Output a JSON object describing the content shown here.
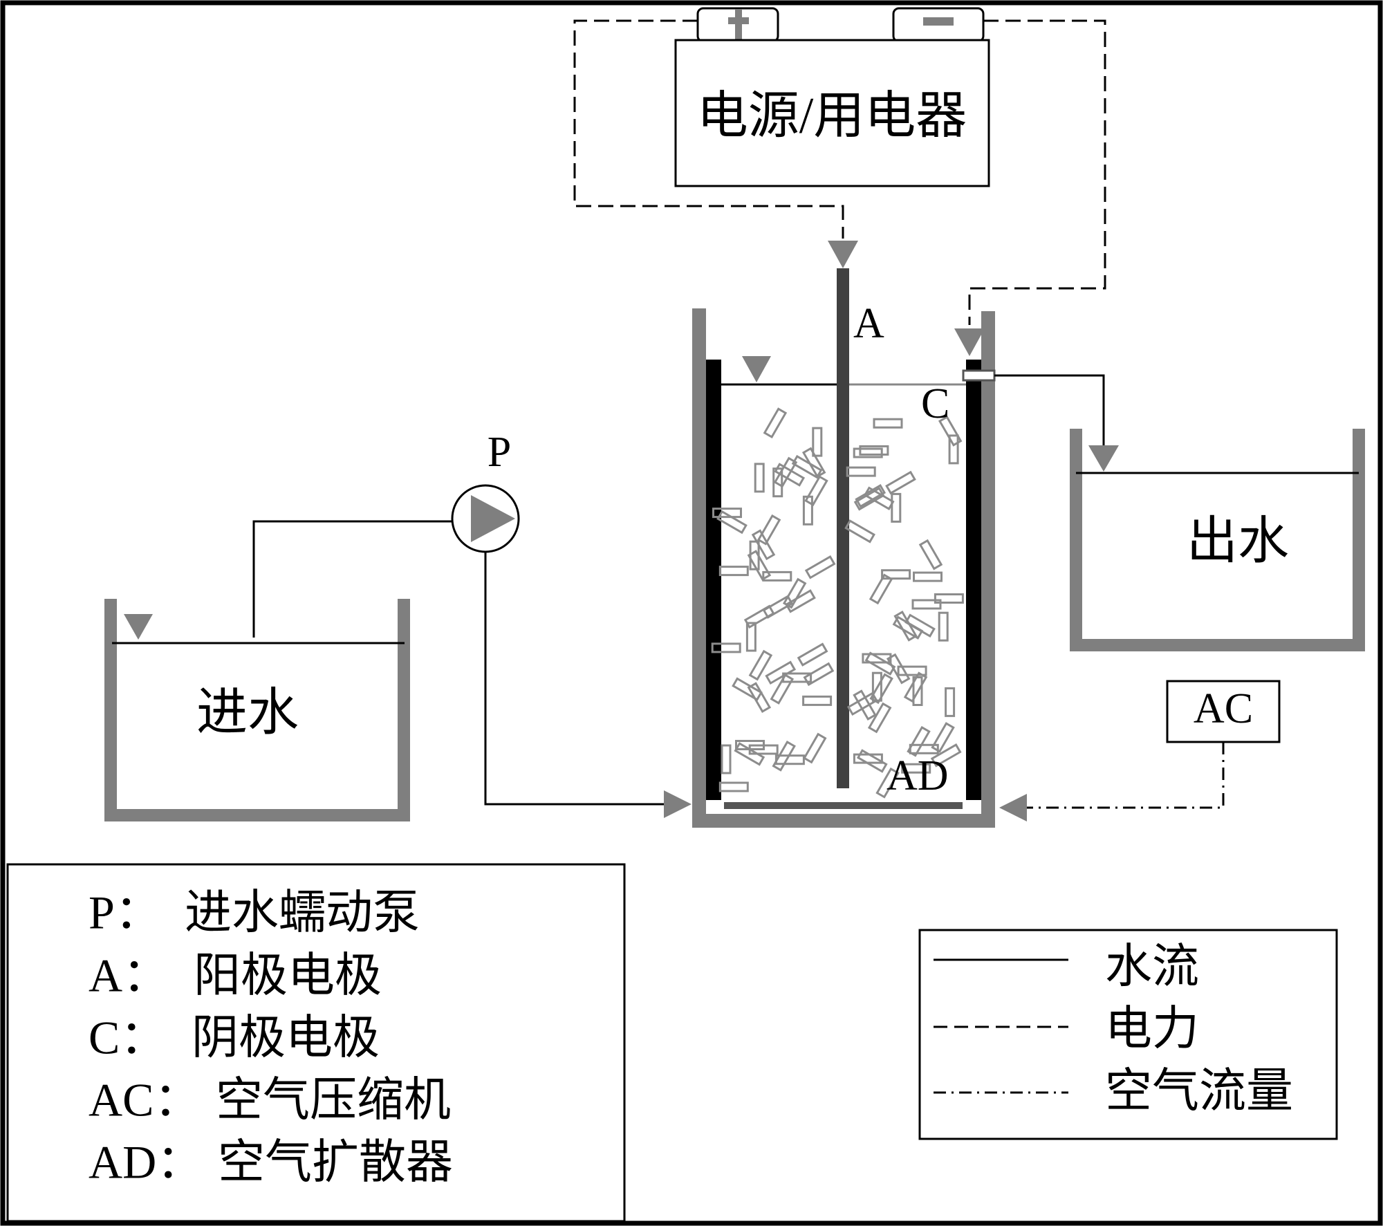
{
  "labels": {
    "power_supply": "电源/用电器",
    "inlet": "进水",
    "outlet": "出水",
    "pump": "P",
    "anode": "A",
    "cathode": "C",
    "compressor": "AC",
    "diffuser": "AD"
  },
  "battery_terminals": {
    "positive": "+",
    "negative": "−"
  },
  "legend_abbrev": [
    {
      "key": "P：",
      "desc": "进水蠕动泵"
    },
    {
      "key": "A：",
      "desc": "阳极电极"
    },
    {
      "key": "C：",
      "desc": "阴极电极"
    },
    {
      "key": "AC：",
      "desc": "空气压缩机"
    },
    {
      "key": "AD：",
      "desc": "空气扩散器"
    }
  ],
  "legend_lines": [
    {
      "style": "solid",
      "label": "水流"
    },
    {
      "style": "dashed",
      "label": "电力"
    },
    {
      "style": "dashdot",
      "label": "空气流量"
    }
  ],
  "colors": {
    "wall": "#7f7f7f",
    "electrode": "#000000",
    "anode": "#404040",
    "arrow": "#7f7f7f",
    "media": "#8c8c8c"
  }
}
